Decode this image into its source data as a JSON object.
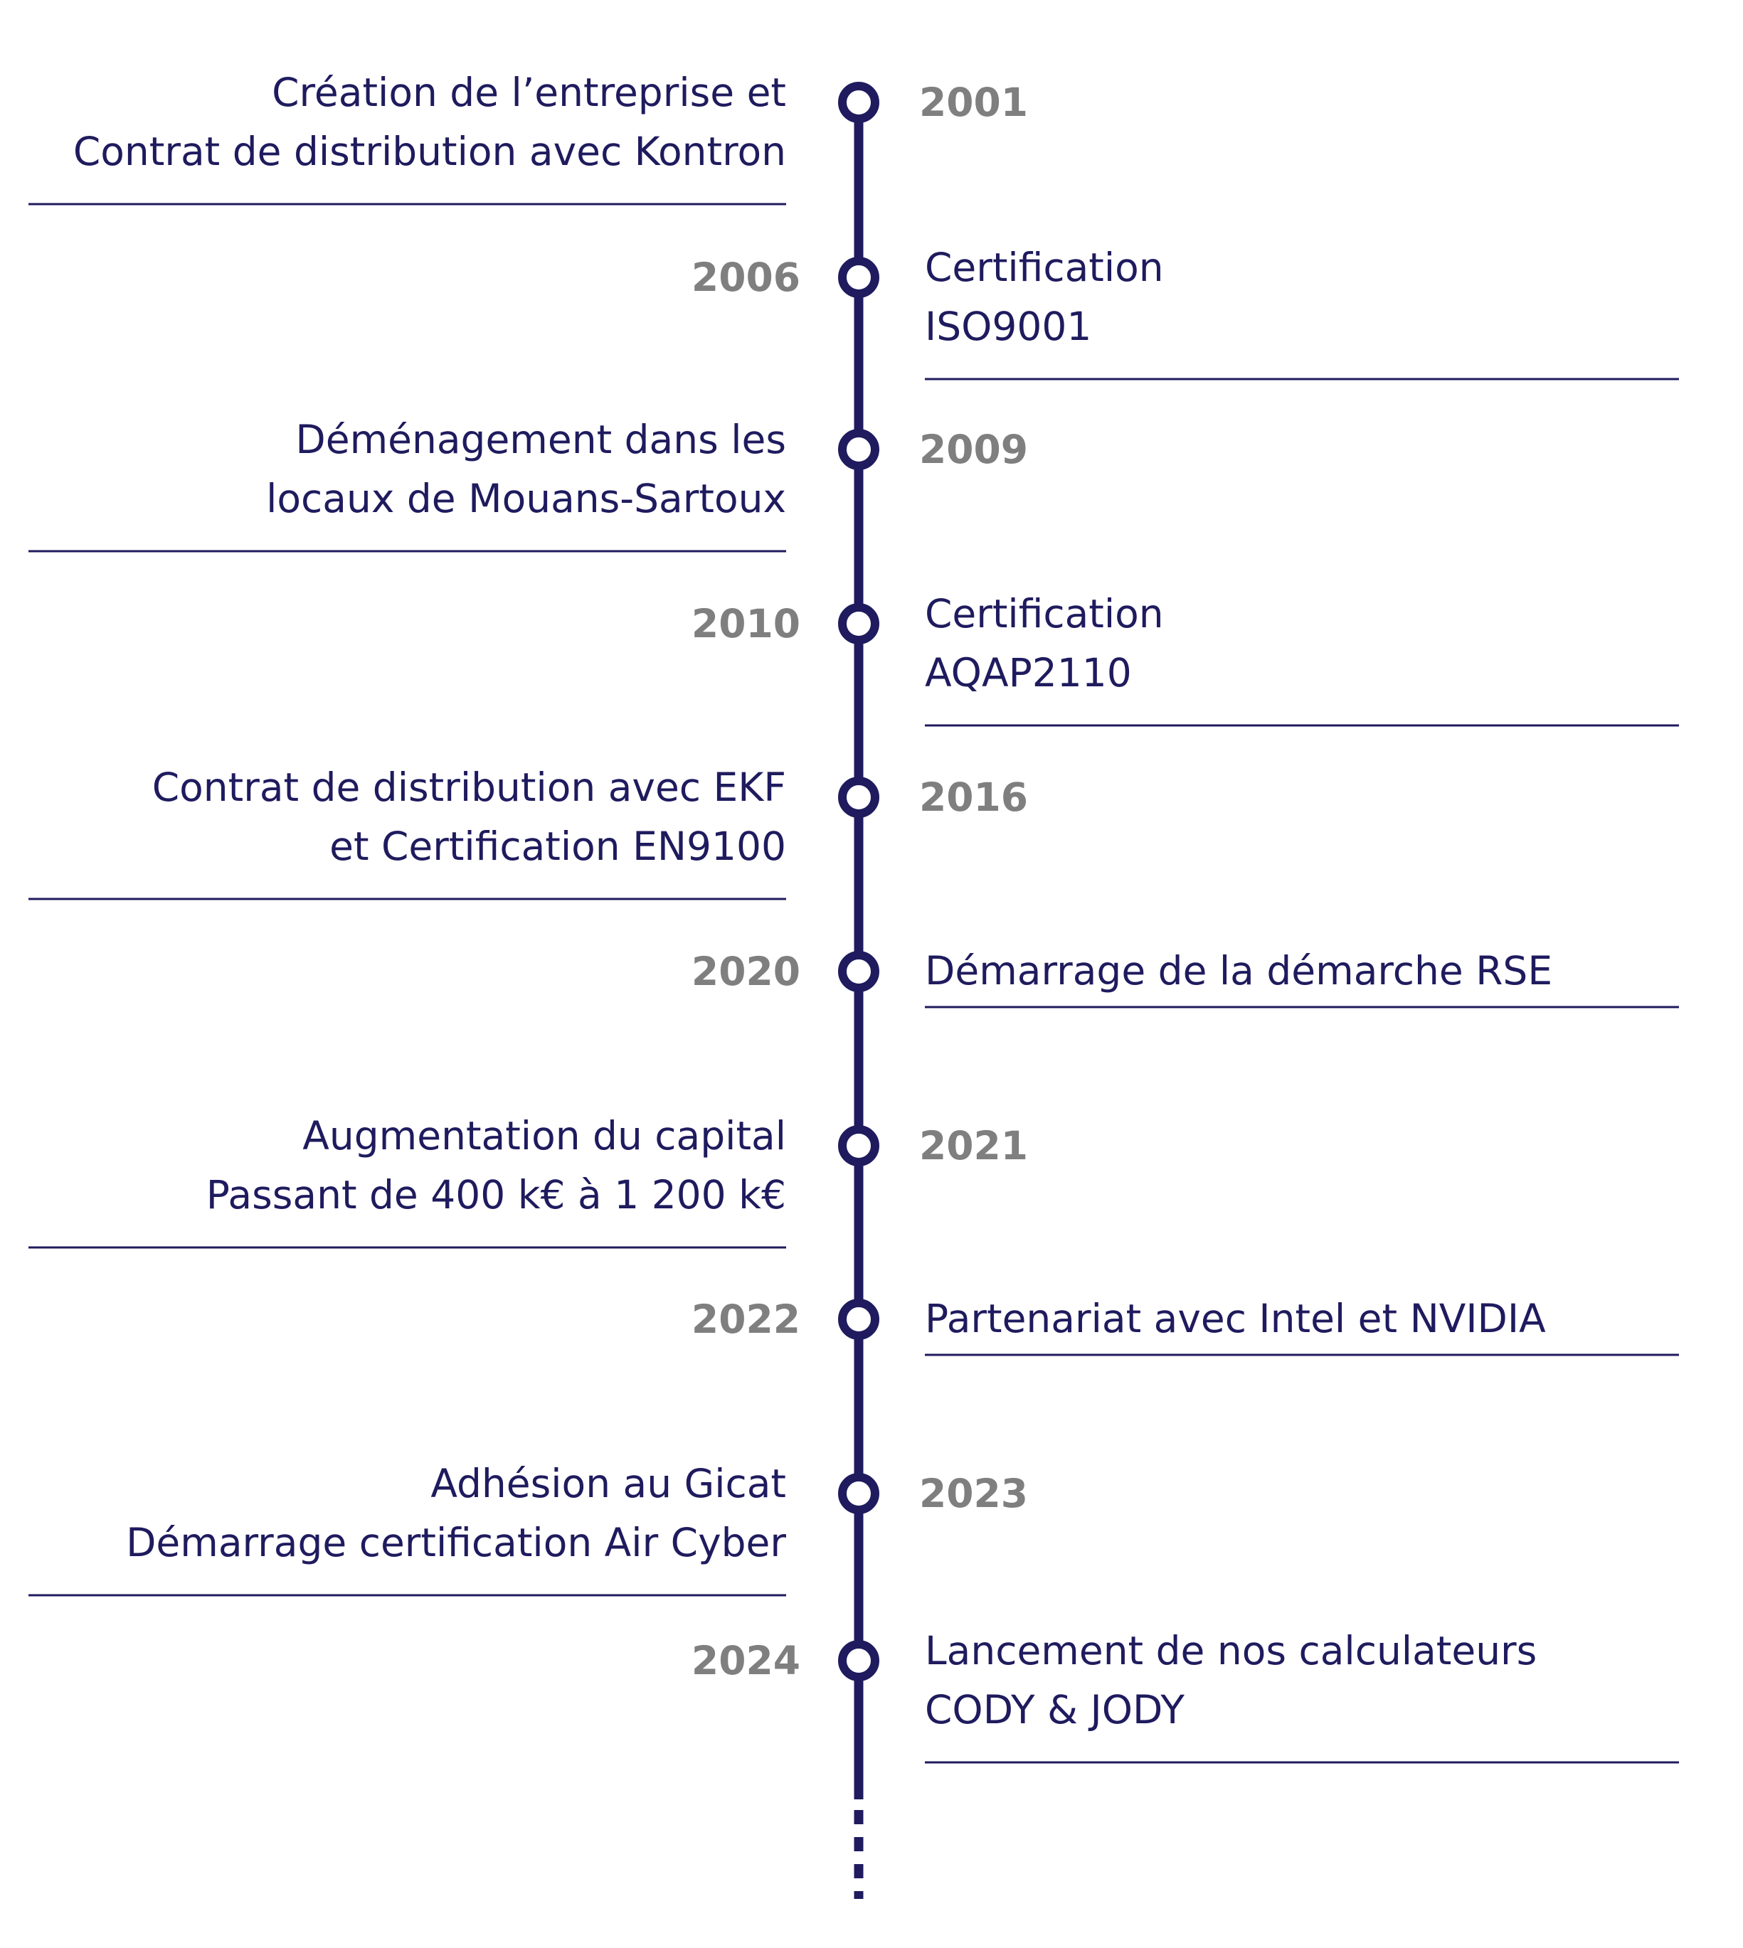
{
  "colors": {
    "line": "#1f1b5e",
    "text": "#1f1b5e",
    "year": "#7f7f7f",
    "background": "#ffffff"
  },
  "events": [
    {
      "year": "2001",
      "side": "left",
      "lines": [
        "Création de l’entreprise et",
        "Contrat de distribution avec Kontron"
      ]
    },
    {
      "year": "2006",
      "side": "right",
      "lines": [
        "Certification",
        "ISO9001"
      ]
    },
    {
      "year": "2009",
      "side": "left",
      "lines": [
        "Déménagement dans les",
        "locaux de Mouans-Sartoux"
      ]
    },
    {
      "year": "2010",
      "side": "right",
      "lines": [
        "Certification",
        "AQAP2110"
      ]
    },
    {
      "year": "2016",
      "side": "left",
      "lines": [
        "Contrat de distribution avec EKF",
        "et Certification EN9100"
      ]
    },
    {
      "year": "2020",
      "side": "right",
      "lines": [
        "Démarrage de la démarche RSE"
      ]
    },
    {
      "year": "2021",
      "side": "left",
      "lines": [
        "Augmentation du capital",
        "Passant de 400 k€ à 1 200 k€"
      ]
    },
    {
      "year": "2022",
      "side": "right",
      "lines": [
        "Partenariat avec Intel et NVIDIA"
      ]
    },
    {
      "year": "2023",
      "side": "left",
      "lines": [
        "Adhésion au Gicat",
        "Démarrage certification Air Cyber"
      ]
    },
    {
      "year": "2024",
      "side": "right",
      "lines": [
        "Lancement de nos calculateurs",
        "CODY & JODY"
      ]
    }
  ]
}
